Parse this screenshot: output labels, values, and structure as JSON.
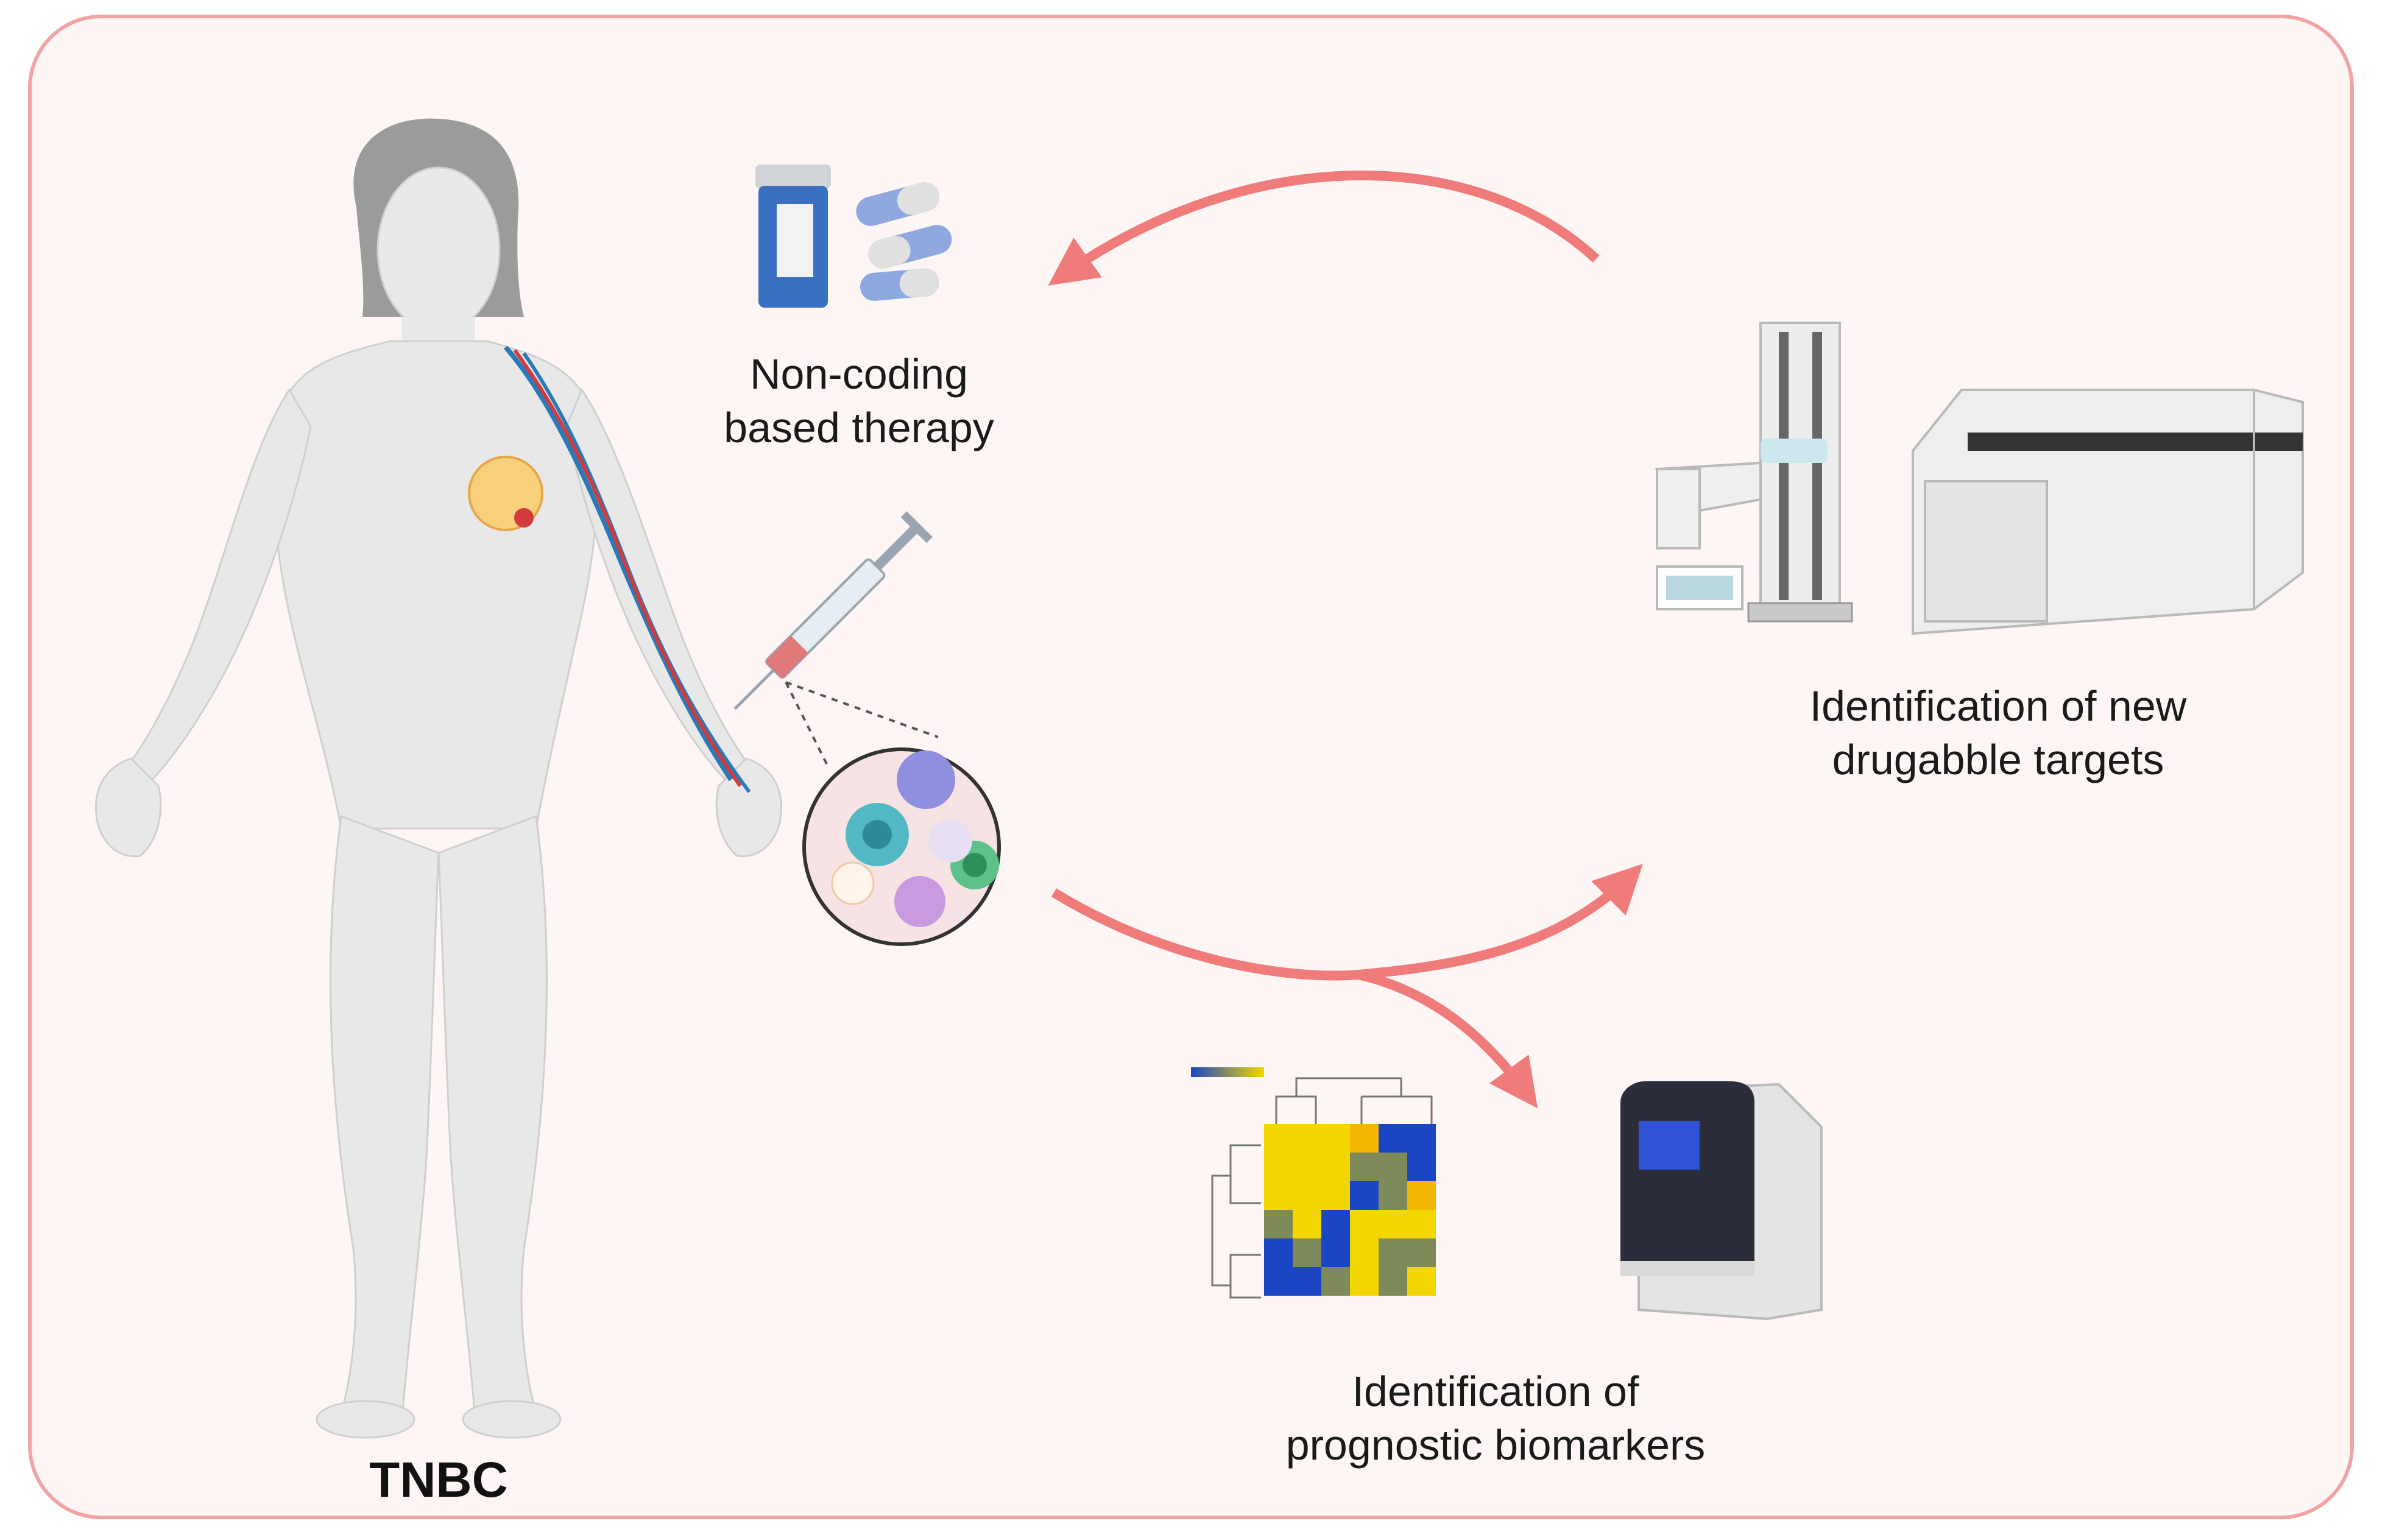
{
  "labels": {
    "therapy": [
      "Non-coding",
      "based therapy"
    ],
    "targets": [
      "Identification of new",
      "drugabble targets"
    ],
    "biomarkers": [
      "Identification of",
      "prognostic biomarkers"
    ],
    "patient": "TNBC"
  },
  "icons": {
    "patient": "female-body-icon",
    "therapy": "pill-bottle-capsules-icon",
    "injection": "syringe-icon",
    "cells": "immune-cells-magnifier-icon",
    "targets": "robotic-screening-instrument-icon",
    "heatmap": "clustered-heatmap-icon",
    "sequencer": "sequencer-device-icon"
  },
  "colors": {
    "frame_border": "#f2a3a3",
    "frame_fill": "#fdf6f5",
    "arrow": "#f07b7b",
    "heatmap_high": "#f2d600",
    "heatmap_low": "#1a46c4",
    "heatmap_mid": "#7f8a5a"
  },
  "heatmap": [
    [
      "Y",
      "Y",
      "Y",
      "O",
      "B",
      "B"
    ],
    [
      "Y",
      "Y",
      "Y",
      "M",
      "M",
      "B"
    ],
    [
      "Y",
      "Y",
      "Y",
      "B",
      "M",
      "O"
    ],
    [
      "M",
      "Y",
      "B",
      "Y",
      "Y",
      "Y"
    ],
    [
      "B",
      "M",
      "B",
      "Y",
      "M",
      "M"
    ],
    [
      "B",
      "B",
      "M",
      "Y",
      "M",
      "Y"
    ]
  ]
}
